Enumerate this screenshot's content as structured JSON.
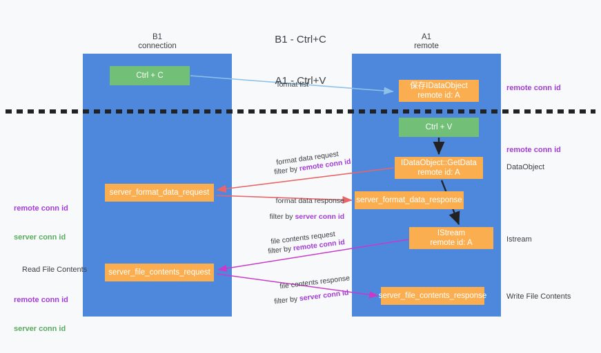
{
  "title": {
    "line1": "B1 - Ctrl+C",
    "line2": "A1 - Ctrl+V"
  },
  "columns": {
    "left": {
      "name": "B1",
      "role": "connection"
    },
    "right": {
      "name": "A1",
      "role": "remote"
    }
  },
  "nodes": {
    "ctrl_c": {
      "label": "Ctrl + C",
      "color": "#72c077"
    },
    "ctrl_v": {
      "label": "Ctrl + V",
      "color": "#72c077"
    },
    "save_idataobject": {
      "line1": "保存IDataObject",
      "line2": "remote id: A",
      "color": "#fbae50"
    },
    "getdata": {
      "line1": "IDataObject::GetData",
      "line2": "remote id: A",
      "color": "#fbae50"
    },
    "istream": {
      "line1": "IStream",
      "line2": "remote id: A",
      "color": "#fbae50"
    },
    "server_format_data_request": {
      "label": "server_format_data_request",
      "color": "#fbae50"
    },
    "server_format_data_response": {
      "label": "server_format_data_response",
      "color": "#fbae50"
    },
    "server_file_contents_request": {
      "label": "server_file_contents_request",
      "color": "#fbae50"
    },
    "server_file_contents_response": {
      "label": "server_file_contents_response",
      "color": "#fbae50"
    }
  },
  "edge_captions": {
    "format_list": "format list",
    "format_data_request": "format data request",
    "filter_by_remote_1_prefix": "filter by ",
    "filter_by_remote_1_key": "remote conn id",
    "format_data_response": "format data response",
    "filter_by_server_1_prefix": "filter by ",
    "filter_by_server_1_key": "server conn id",
    "file_contents_request": "file contents request",
    "filter_by_remote_2_prefix": "filter by ",
    "filter_by_remote_2_key": "remote conn id",
    "file_contents_response": "file contents response",
    "filter_by_server_2_prefix": "filter by ",
    "filter_by_server_2_key": "server conn id"
  },
  "right_labels": {
    "remote_conn_id_top": "remote conn id",
    "remote_conn_id_mid": "remote conn id",
    "dataobject": "DataObject",
    "istream": "Istream",
    "write_file_contents": "Write File Contents"
  },
  "left_labels": {
    "remote_conn_id_1": "remote conn id",
    "server_conn_id_1": "server conn id",
    "read_file_contents": "Read File Contents",
    "remote_conn_id_2": "remote conn id",
    "server_conn_id_2": "server conn id"
  },
  "colors": {
    "band_blue": "#4d88dd",
    "node_green": "#72c077",
    "node_orange": "#fbae50",
    "key_purple": "#a33bd6",
    "key_green": "#5aab5f",
    "arrow_lightblue": "#8fc2e8",
    "arrow_red": "#e8656a",
    "arrow_magenta": "#c83ac8",
    "arrow_black": "#222222",
    "divider_dashed": "#222222",
    "page_bg": "#f8f9fa"
  }
}
